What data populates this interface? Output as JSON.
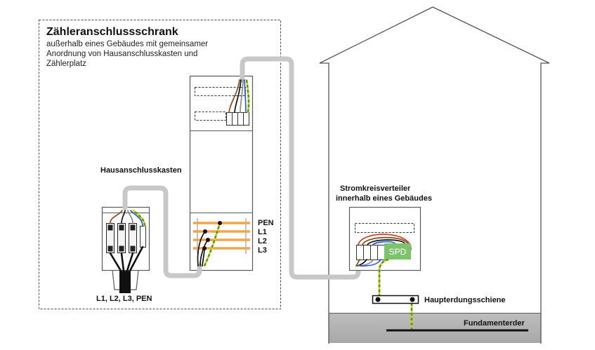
{
  "cabinet_area": {
    "title": "Zähleranschlussschrank",
    "subtitle": [
      "außerhalb eines Gebäudes mit gemeinsamer",
      "Anordnung von Hausanschlusskasten und",
      "Zählerplatz"
    ]
  },
  "house_connection_box": {
    "label": "Hausanschlusskasten",
    "conductors": "L1, L2, L3, PEN"
  },
  "meter_cabinet": {
    "busbars": [
      "PEN",
      "L1",
      "L2",
      "L3"
    ]
  },
  "distribution_board": {
    "label": [
      "Stromkreisverteiler",
      "innerhalb eines Gebäudes"
    ],
    "spd": "SPD"
  },
  "main_earthing_bar": {
    "label": "Haupterdungsschiene"
  },
  "foundation_earth": {
    "label": "Fundamenterder"
  },
  "colors": {
    "cable": "#c8c8c8",
    "busbar": "#f2a54a",
    "phase_brown": "#8b4a1c",
    "phase_black": "#111111",
    "phase_grey": "#8a8a8a",
    "neutral_blue": "#2a5bd7",
    "live_red": "#d0402a",
    "pe_yellow": "#e3d400",
    "pe_green": "#4e9a2e",
    "spd": "#7cc46c",
    "ground": "#a8a8a8"
  }
}
